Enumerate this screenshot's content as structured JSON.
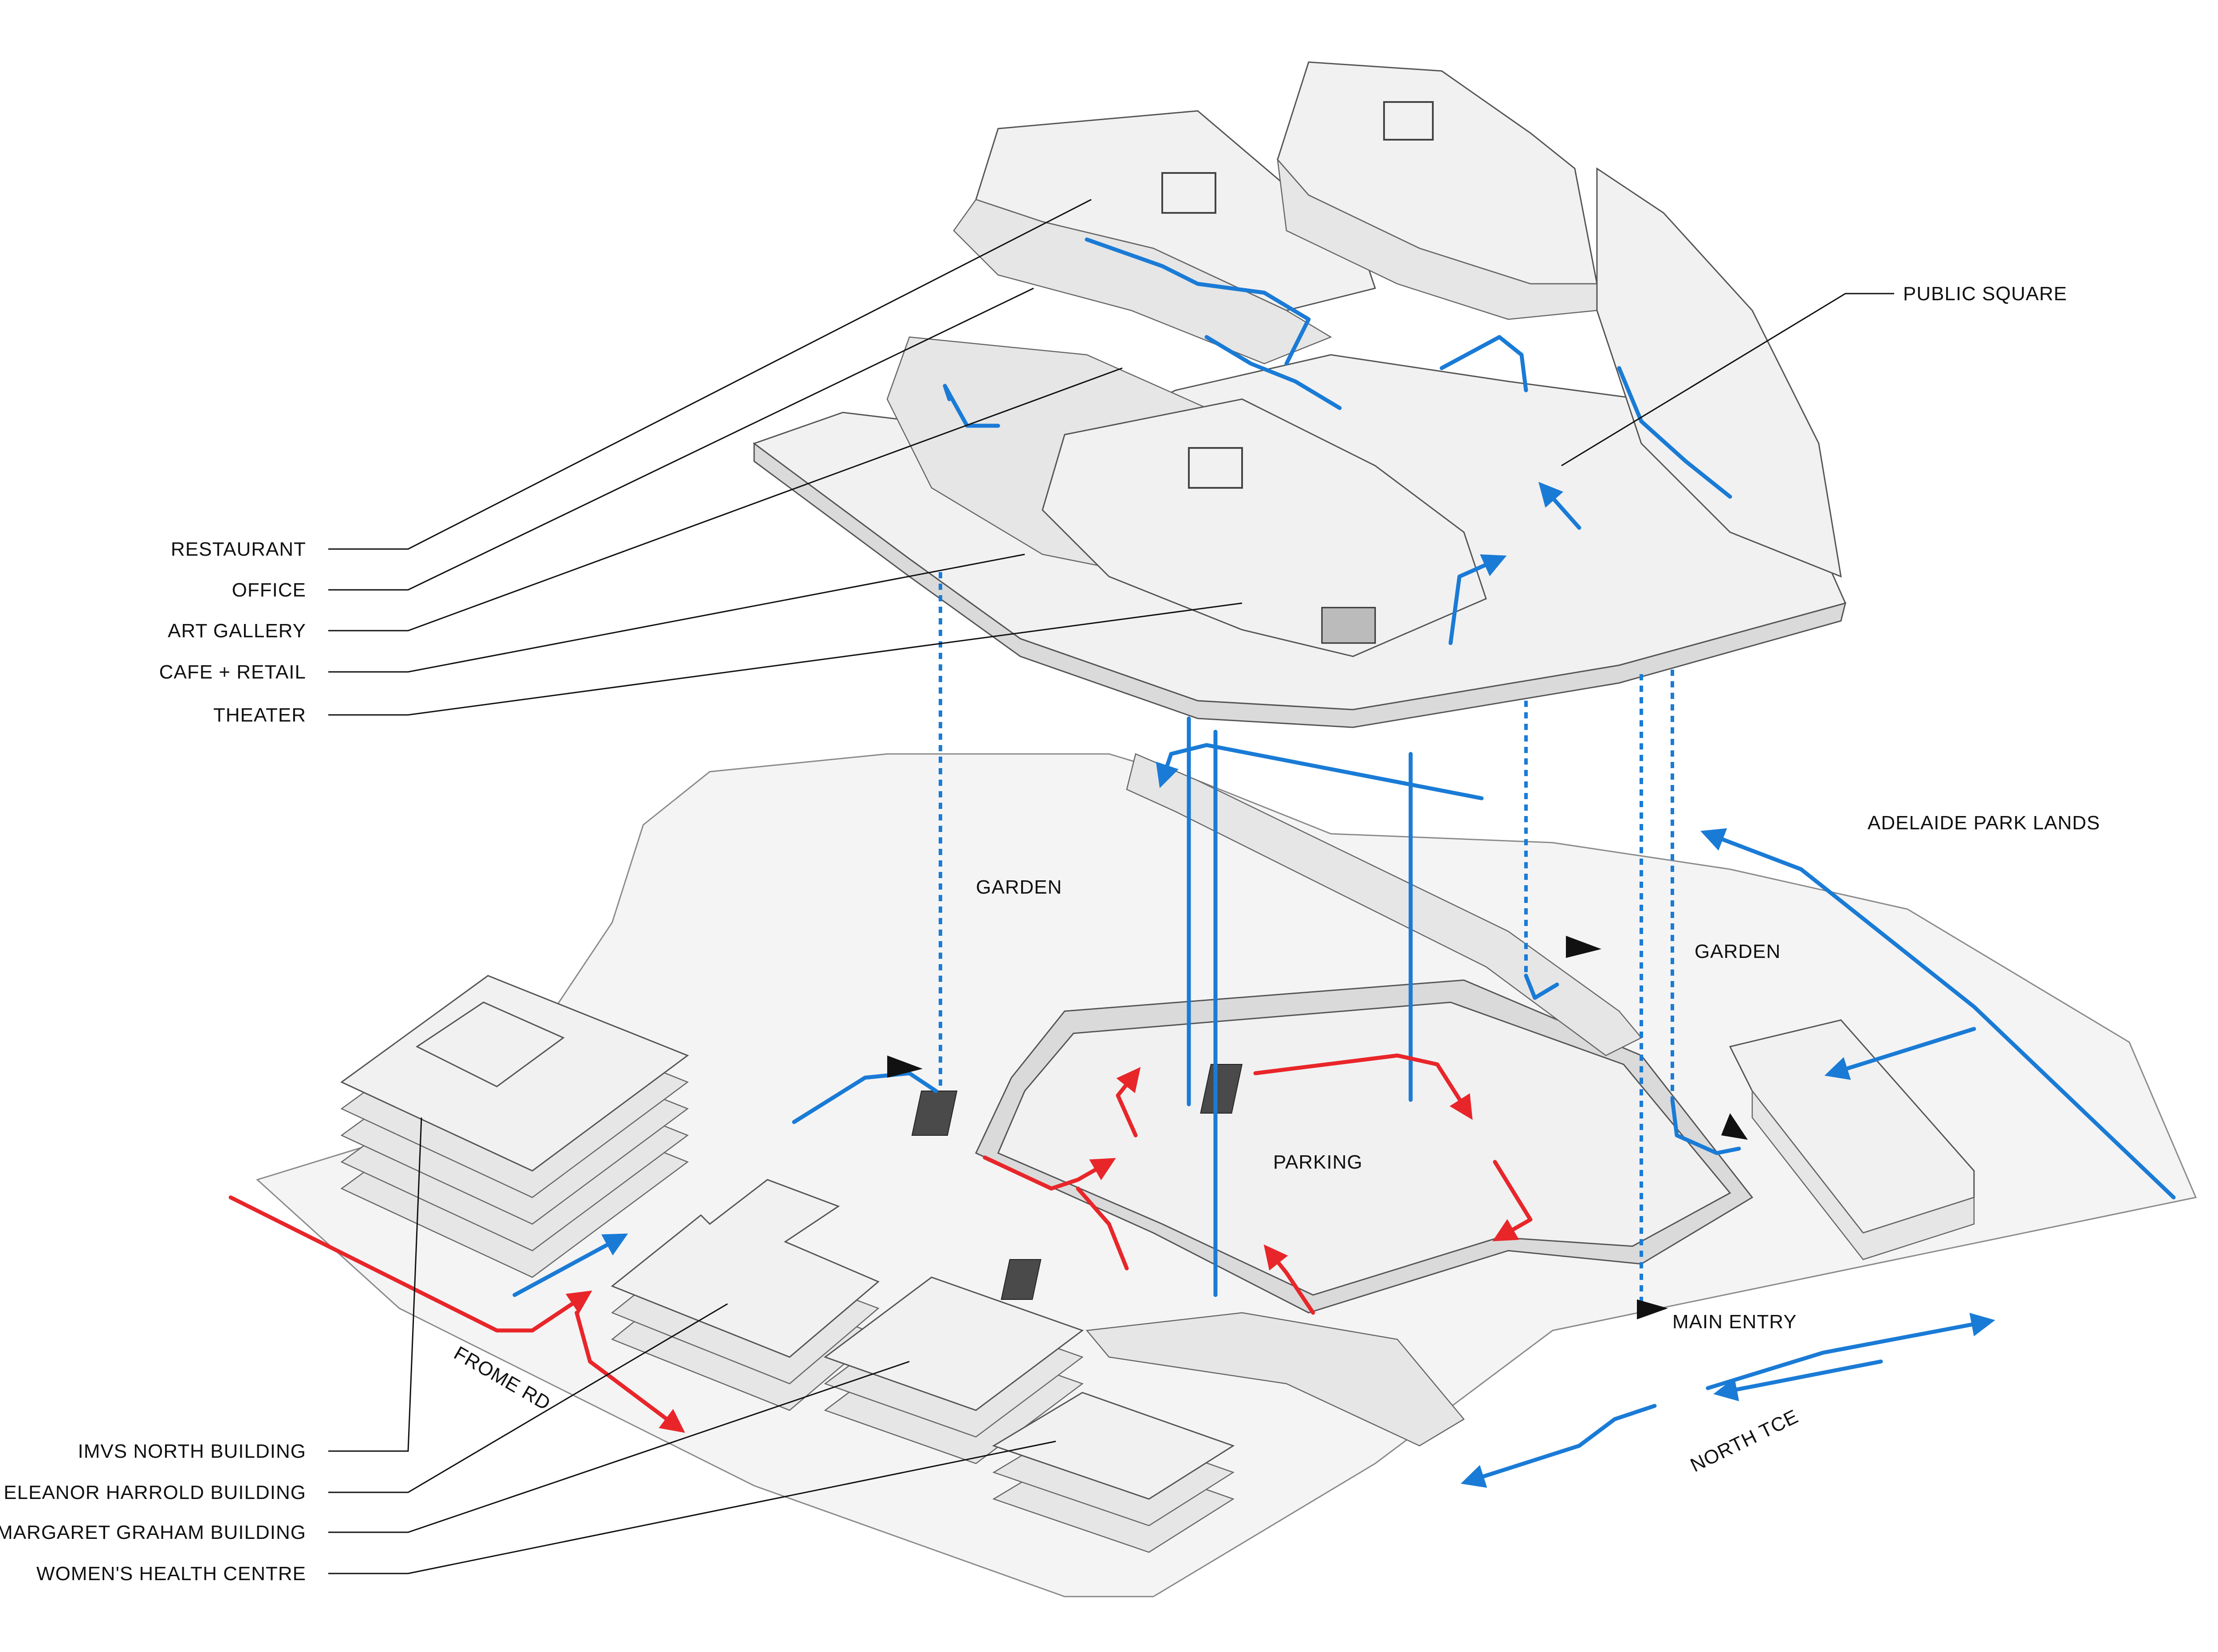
{
  "colors": {
    "pedestrian_flow": "#1a7bd6",
    "vehicle_flow": "#e8262a",
    "building": "#f1f1f1",
    "outline": "#555555",
    "label": "#111111"
  },
  "legend_left_upper": {
    "restaurant": "RESTAURANT",
    "office": "OFFICE",
    "art_gallery": "ART GALLERY",
    "cafe_retail": "CAFE + RETAIL",
    "theater": "THEATER"
  },
  "legend_left_lower": {
    "imvs": "IMVS NORTH BUILDING",
    "eleanor": "ELEANOR HARROLD BUILDING",
    "margaret": "MARGARET GRAHAM BUILDING",
    "womens": "WOMEN'S HEALTH CENTRE"
  },
  "site_labels": {
    "public_square": "PUBLIC SQUARE",
    "adelaide_park_lands": "ADELAIDE PARK LANDS",
    "garden_west": "GARDEN",
    "garden_east": "GARDEN",
    "parking": "PARKING",
    "main_entry": "MAIN ENTRY",
    "frome_rd": "FROME RD",
    "north_tce": "NORTH TCE"
  },
  "icons": [
    "entry-arrow-icon",
    "flow-arrowhead-icon"
  ]
}
